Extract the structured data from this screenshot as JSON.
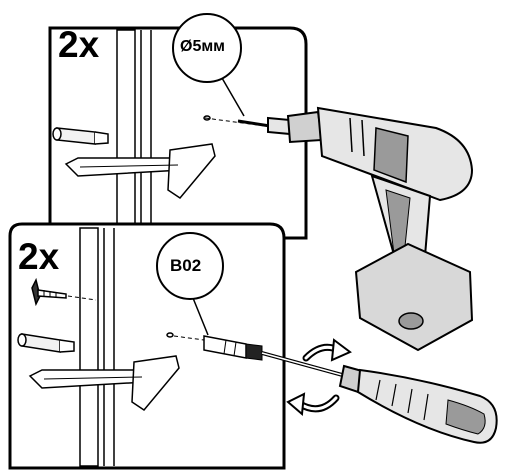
{
  "step_top": {
    "count": "2x",
    "drill_bit_label": "Ø5мм"
  },
  "step_bottom": {
    "count": "2x",
    "part_label": "B02"
  },
  "icons": {
    "power_tool": "cordless-drill-icon",
    "hand_tool": "screwdriver-icon",
    "action": "rotate-clockwise-arrow-icon"
  },
  "colors": {
    "line": "#000000",
    "tool_fill": "#e6e6e6",
    "tool_shade": "#9a9a9a",
    "background": "#ffffff"
  }
}
